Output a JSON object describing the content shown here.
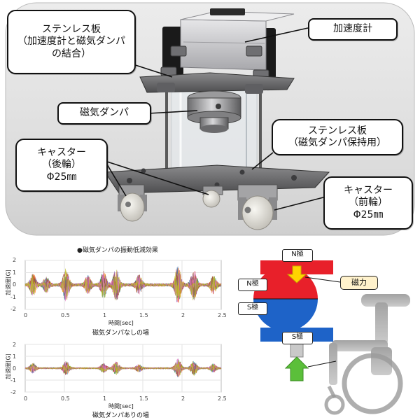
{
  "photo": {
    "callouts": {
      "plate_top": [
        "ステンレス板",
        "（加速度計と磁気ダンパ",
        "の結合）"
      ],
      "accelerometer": "加速度計",
      "magnetic_damper": "磁気ダンパ",
      "plate_bottom": [
        "ステンレス板",
        "（磁気ダンパ保持用）"
      ],
      "caster_rear": [
        "キャスター",
        "（後輪）",
        "Φ25㎜"
      ],
      "caster_front": [
        "キャスター",
        "（前輪）",
        "Φ25㎜"
      ]
    },
    "colors": {
      "background": "#d9d9d9",
      "plate": "#6e6e70",
      "accelerometer_body": "#d2d2d4",
      "wheel": "#e4e2dc"
    }
  },
  "plots": {
    "title": "●磁気ダンパの振動低減効果",
    "ylabel": "加速度[G]",
    "xlabel": "時間[sec]",
    "x_ticks": [
      "0",
      "0.5",
      "1",
      "1.5",
      "2",
      "2.5"
    ],
    "top": {
      "caption": "磁気ダンパなしの場",
      "y_ticks": [
        "2",
        "1",
        "0",
        "-1",
        "-2"
      ]
    },
    "bottom": {
      "caption": "磁気ダンパありの場",
      "y_ticks": [
        "2",
        "1",
        "0",
        "-1",
        "-2"
      ]
    }
  },
  "chart_data": [
    {
      "type": "line",
      "title": "●磁気ダンパの振動低減効果",
      "caption": "磁気ダンパなしの場",
      "xlabel": "時間[sec]",
      "ylabel": "加速度[G]",
      "xlim": [
        0,
        2.5
      ],
      "ylim": [
        -2,
        2
      ],
      "grid": true,
      "bursts": [
        {
          "t": 0.1,
          "amp": 0.9
        },
        {
          "t": 0.27,
          "amp": 0.6
        },
        {
          "t": 0.52,
          "amp": 1.3
        },
        {
          "t": 0.8,
          "amp": 0.7
        },
        {
          "t": 1.0,
          "amp": 1.1
        },
        {
          "t": 1.16,
          "amp": 1.3
        },
        {
          "t": 1.45,
          "amp": 0.8
        },
        {
          "t": 1.95,
          "amp": 1.6
        },
        {
          "t": 2.15,
          "amp": 1.3
        },
        {
          "t": 2.4,
          "amp": 0.7
        }
      ]
    },
    {
      "type": "line",
      "caption": "磁気ダンパありの場",
      "xlabel": "時間[sec]",
      "ylabel": "加速度[G]",
      "xlim": [
        0,
        2.5
      ],
      "ylim": [
        -2,
        2
      ],
      "grid": true,
      "bursts": [
        {
          "t": 0.1,
          "amp": 0.4
        },
        {
          "t": 0.52,
          "amp": 0.6
        },
        {
          "t": 1.0,
          "amp": 0.4
        },
        {
          "t": 1.16,
          "amp": 0.55
        },
        {
          "t": 1.45,
          "amp": 0.3
        },
        {
          "t": 1.95,
          "amp": 0.8
        },
        {
          "t": 2.15,
          "amp": 0.6
        },
        {
          "t": 2.4,
          "amp": 0.35
        }
      ]
    }
  ],
  "diagram": {
    "n_pole": "N極",
    "n_pole_ball": "N極",
    "s_pole_ball": "S極",
    "s_pole": "S極",
    "force": "磁力",
    "colors": {
      "magnet_red": "#e8202a",
      "magnet_blue": "#1e63c8",
      "arrow_yellow": "#ffd400",
      "arrow_green": "#5bbf3a",
      "label_bg": "#fff2cc"
    }
  }
}
